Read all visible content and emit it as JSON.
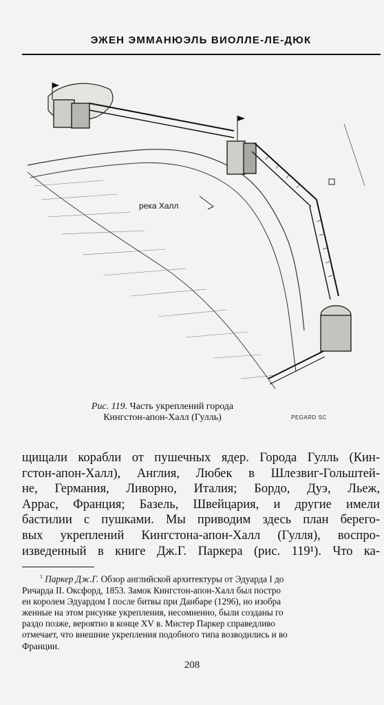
{
  "header": {
    "running_title": "ЭЖЕН ЭММАНЮЭЛЬ ВИОЛЛЕ-ЛЕ-ДЮК"
  },
  "figure": {
    "label_river": "река Халл",
    "engraver_signature": "PEGARD SC",
    "caption_number": "Рис. 119.",
    "caption_line1": "Часть укреплений города",
    "caption_line2": "Кингстон-апон-Халл (Гулль)"
  },
  "body": {
    "lines": [
      "щищали корабли от пушечных ядер. Города Гулль (Кин-",
      "гстон-апон-Халл), Англия, Любек в Шлезвиг-Гольштей-",
      "не, Германия, Ливорно, Италия; Бордо, Дуэ, Льеж,",
      "Аррас, Франция; Базель, Швейцария, и другие имели",
      "бастилии с пушками. Мы приводим здесь план берего-",
      "вых укреплений Кингстона-апон-Халл (Гулля), воспро-",
      "изведенный в книге Дж.Г. Паркера (рис. 119¹). Что ка-"
    ]
  },
  "footnote": {
    "marker": "1",
    "author": "Паркер Дж.Г.",
    "line1_rest": "Обзор английской архитектуры от Эдуарда I до",
    "lines": [
      "Ричарда II. Оксфорд, 1853. Замок Кингстон-апон-Халл был постро",
      "ен королем Эдуардом I после битвы при Данбаре (1296), но изобра",
      "женные на этом рисунке укрепления, несомненно, были созданы го",
      "раздо позже, вероятно в конце XV в. Мистер Паркер справедливо",
      "отмечает, что внешние укрепления подобного типа возводились и во",
      "Франции."
    ]
  },
  "page_number": "208"
}
